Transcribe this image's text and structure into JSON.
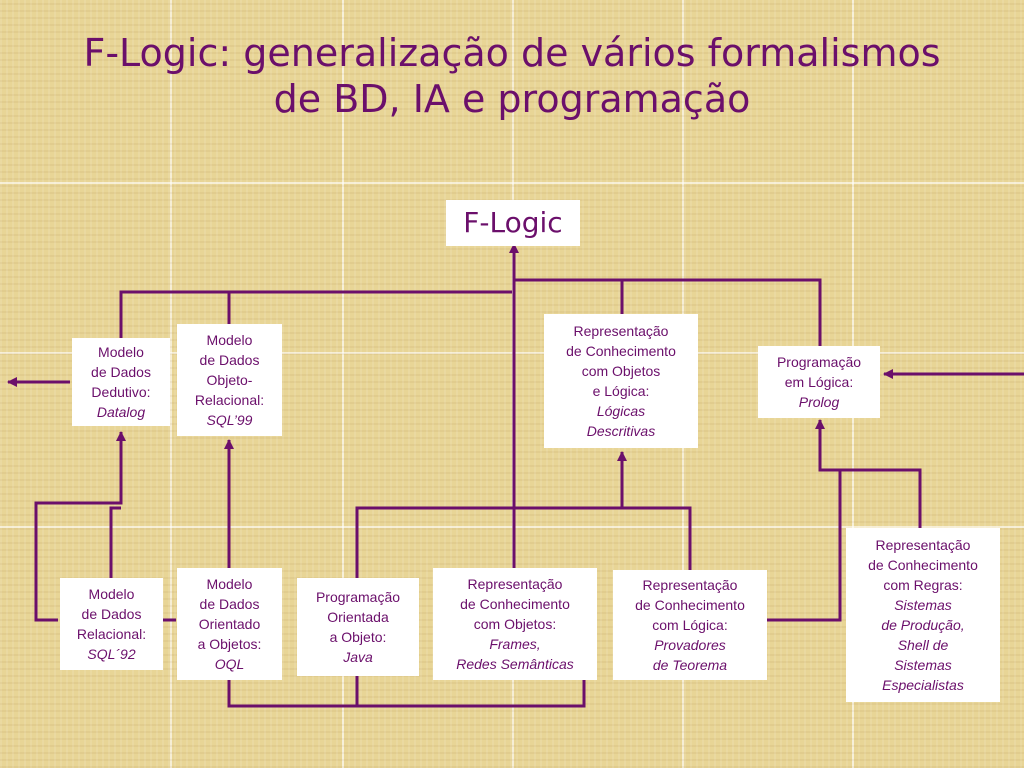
{
  "title": {
    "line1": "F-Logic: generalização de vários formalismos",
    "line2": "de BD, IA e programação"
  },
  "nodes": {
    "flogic": {
      "label": "F-Logic"
    },
    "dedutivo": {
      "lines": [
        "Modelo",
        "de Dados",
        "Dedutivo:"
      ],
      "italic": "Datalog"
    },
    "objrel": {
      "lines": [
        "Modelo",
        "de Dados",
        "Objeto-",
        "Relacional:"
      ],
      "italic": "SQL’99"
    },
    "rc_logica": {
      "lines": [
        "Representação",
        "de Conhecimento",
        "com Objetos",
        "e Lógica:"
      ],
      "italic": [
        "Lógicas",
        "Descritivas"
      ]
    },
    "prolog": {
      "lines": [
        "Programação",
        "em Lógica:"
      ],
      "italic": "Prolog"
    },
    "relacional": {
      "lines": [
        "Modelo",
        "de Dados",
        "Relacional:"
      ],
      "italic": "SQL´92"
    },
    "oql": {
      "lines": [
        "Modelo",
        "de Dados",
        "Orientado",
        "a Objetos:"
      ],
      "italic": "OQL"
    },
    "java": {
      "lines": [
        "Programação",
        "Orientada",
        "a Objeto:"
      ],
      "italic": "Java"
    },
    "frames": {
      "lines": [
        "Representação",
        "de Conhecimento",
        "com Objetos:"
      ],
      "italic": [
        "Frames,",
        "Redes Semânticas"
      ]
    },
    "teorema": {
      "lines": [
        "Representação",
        "de Conhecimento",
        "com Lógica:"
      ],
      "italic": [
        "Provadores",
        "de Teorema"
      ]
    },
    "regras": {
      "lines": [
        "Representação",
        "de Conhecimento",
        "com Regras:"
      ],
      "italic": [
        "Sistemas",
        "de Produção,",
        "Shell de",
        "Sistemas",
        "Especialistas"
      ]
    }
  },
  "colors": {
    "text": "#6b0f6b",
    "line": "#6b0f6b",
    "background": "#e8d596",
    "box": "#ffffff"
  }
}
